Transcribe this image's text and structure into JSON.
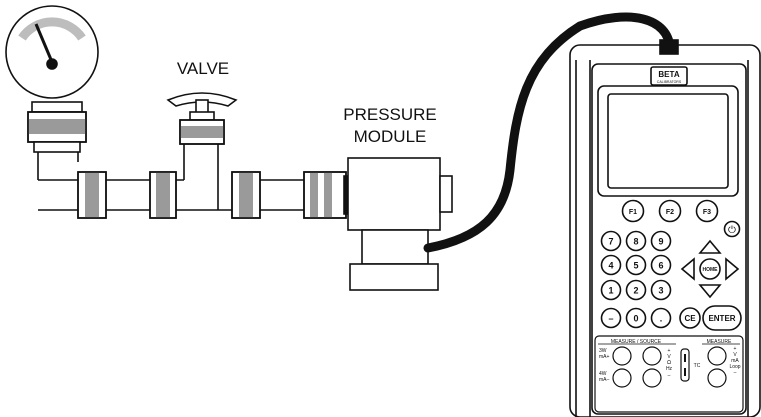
{
  "labels": {
    "valve": "VALVE",
    "pressure_module_line1": "PRESSURE",
    "pressure_module_line2": "MODULE"
  },
  "calibrator": {
    "brand": "BETA",
    "brand_sub": "CALIBRATORS",
    "function_keys": [
      "F1",
      "F2",
      "F3"
    ],
    "power_symbol": "⏻",
    "keypad": [
      "7",
      "8",
      "9",
      "4",
      "5",
      "6",
      "1",
      "2",
      "3",
      "–",
      "0",
      "."
    ],
    "ce_key": "CE",
    "enter_key": "ENTER",
    "home_key": "HOME",
    "jacks": {
      "measure_source": "MEASURE / SOURCE",
      "measure": "MEASURE",
      "three_wire": "3W",
      "four_wire": "4W",
      "ma_plus": "mA+",
      "ma_minus": "mA–",
      "plus": "+",
      "minus": "–",
      "v": "V",
      "ohm": "Ω",
      "hz": "Hz",
      "tc": "TC",
      "ma": "mA",
      "loop": "Loop"
    }
  },
  "colors": {
    "line": "#111111",
    "fitting_gray": "#9a9a9a",
    "gauge_arc": "#bdbdbd"
  }
}
